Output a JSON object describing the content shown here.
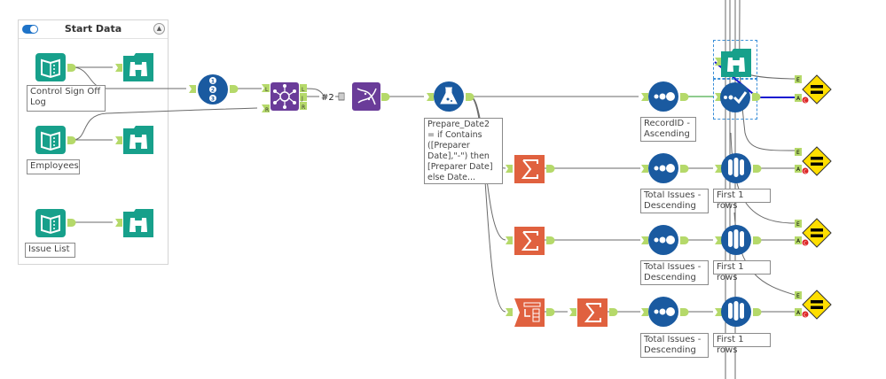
{
  "container": {
    "title": "Start Data",
    "toggle_on": true,
    "collapse_icon": "collapse-up-icon"
  },
  "tools": {
    "input_control_log": {
      "type": "input-data",
      "icon": "book-icon",
      "label": "Control Sign Off\nLog"
    },
    "input_employees": {
      "type": "input-data",
      "icon": "book-icon",
      "label": "Employees"
    },
    "input_issue_list": {
      "type": "input-data",
      "icon": "book-icon",
      "label": "Issue List"
    },
    "browse_1": {
      "type": "browse",
      "icon": "binoculars-icon"
    },
    "browse_2": {
      "type": "browse",
      "icon": "binoculars-icon"
    },
    "browse_3": {
      "type": "browse",
      "icon": "binoculars-icon"
    },
    "record_id": {
      "type": "record-id",
      "icon": "numbered-list-icon"
    },
    "join": {
      "type": "join",
      "icon": "join-icon",
      "anchors_in": [
        "L",
        "R"
      ],
      "anchors_out": [
        "L",
        "J",
        "R"
      ]
    },
    "join_connection_label": "#2",
    "dna": {
      "type": "dna-tool",
      "icon": "dna-icon"
    },
    "formula": {
      "type": "formula",
      "icon": "flask-icon",
      "label": "Prepare_Date2\n= if Contains\n([Preparer\nDate],\"-\") then\n[Preparer Date]\nelse Date..."
    },
    "sort_recordid": {
      "type": "sort",
      "icon": "sort-icon",
      "label": "RecordID -\nAscending"
    },
    "browse_selected": {
      "type": "browse",
      "icon": "binoculars-icon"
    },
    "test_selected": {
      "type": "test",
      "icon": "check-icon"
    },
    "summarize_1": {
      "type": "summarize",
      "icon": "sigma-icon"
    },
    "summarize_2": {
      "type": "summarize",
      "icon": "sigma-icon"
    },
    "crosstab": {
      "type": "cross-tab",
      "icon": "table-transform-icon"
    },
    "summarize_3": {
      "type": "summarize",
      "icon": "sigma-icon"
    },
    "sort_1": {
      "type": "sort",
      "icon": "sort-icon",
      "label": "Total Issues -\nDescending"
    },
    "sort_2": {
      "type": "sort",
      "icon": "sort-icon",
      "label": "Total Issues -\nDescending"
    },
    "sort_3": {
      "type": "sort",
      "icon": "sort-icon",
      "label": "Total Issues -\nDescending"
    },
    "sample_1": {
      "type": "sample",
      "icon": "test-tubes-icon",
      "label": "First 1 rows"
    },
    "sample_2": {
      "type": "sample",
      "icon": "test-tubes-icon",
      "label": "First 1 rows"
    },
    "sample_3": {
      "type": "sample",
      "icon": "test-tubes-icon",
      "label": "First 1 rows"
    },
    "compare_1": {
      "type": "expect-equal",
      "icon": "equals-diamond-icon",
      "anchors_in": [
        "E",
        "A"
      ]
    },
    "compare_2": {
      "type": "expect-equal",
      "icon": "equals-diamond-icon",
      "anchors_in": [
        "E",
        "A"
      ]
    },
    "compare_3": {
      "type": "expect-equal",
      "icon": "equals-diamond-icon",
      "anchors_in": [
        "E",
        "A"
      ]
    },
    "compare_4": {
      "type": "expect-equal",
      "icon": "equals-diamond-icon",
      "anchors_in": [
        "E",
        "A"
      ]
    }
  },
  "colors": {
    "input_green": "#17a08b",
    "record_blue": "#1a5aa0",
    "join_purple": "#6a3c99",
    "summarize_orange": "#e0613f",
    "anchor_green": "#b5d96a",
    "warning_yellow": "#ffde00",
    "selection_blue": "#3b8fd8",
    "highlight_line": "#1515d0"
  }
}
